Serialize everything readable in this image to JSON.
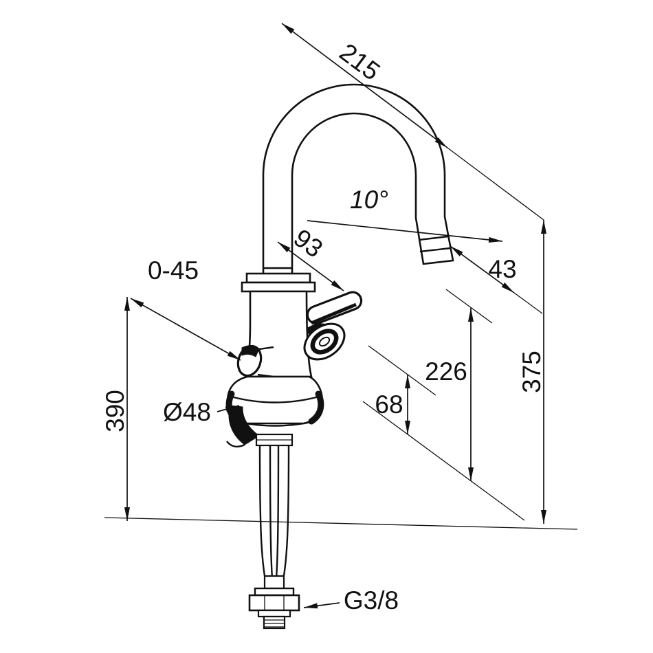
{
  "drawing": {
    "type": "technical-dimension-drawing",
    "background": "#ffffff",
    "line_color": "#111111"
  },
  "dims": {
    "d215": "215",
    "d10": "10°",
    "d93": "93",
    "d43": "43",
    "d045": "0-45",
    "d375": "375",
    "d226": "226",
    "d68": "68",
    "d390": "390",
    "d48": "Ø48",
    "g38": "G3/8"
  }
}
